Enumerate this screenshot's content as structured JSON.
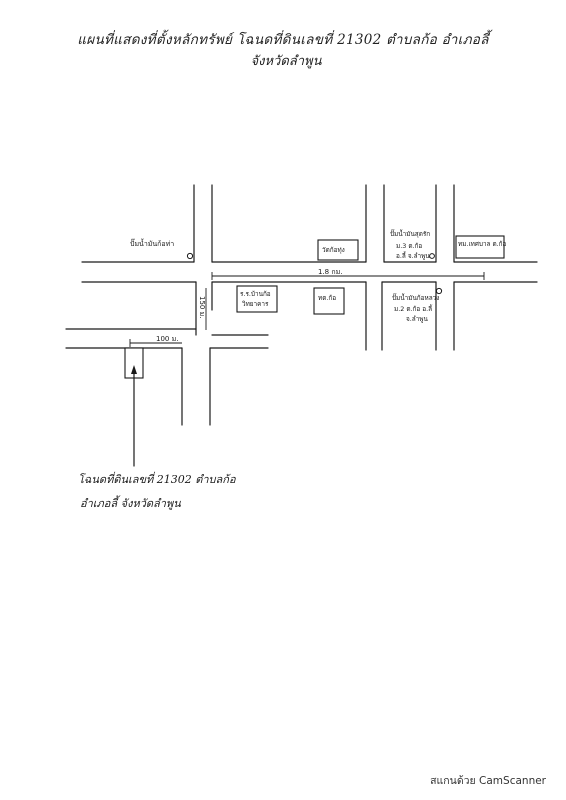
{
  "title": {
    "line1": "แผนที่แสดงที่ตั้งหลักทรัพย์ โฉนดที่ดินเลขที่ 21302 ตำบลก้อ อำเภอลี้",
    "line2": "จังหวัดลำพูน"
  },
  "map": {
    "labels": {
      "gas_station_top_left": "ปั๊มน้ำมันก้อท่า",
      "temple": "วัดก้อทุ่ง",
      "mu_top": "ม.3 ต.ก้อ",
      "mu_top_sub": "อ.ลี้ จ.ลำพูน",
      "gas_station_top_right": "ปั๊มน้ำมันสุดรัก",
      "subdistrict_office": "ทต.ก้อ",
      "municipality": "ทม.เทศบาล ต.ก้อ",
      "school_line1": "ร.ร.บ้านก้อ",
      "school_line2": "วิทยาคาร",
      "gas_station_bottom_right": "ปั๊มน้ำมันก้อหลวง",
      "mu_bottom": "ม.2 ต.ก้อ อ.ลี้",
      "mu_bottom_sub": "จ.ลำพูน"
    },
    "distances": {
      "main_road": "1.8 กม.",
      "side_road": "150 ม.",
      "to_parcel": "100 ม."
    }
  },
  "parcel_label": {
    "line1": "โฉนดที่ดินเลขที่ 21302 ตำบลก้อ",
    "line2": "อำเภอลี้ จังหวัดลำพูน"
  },
  "watermark": "สแกนด้วย CamScanner"
}
